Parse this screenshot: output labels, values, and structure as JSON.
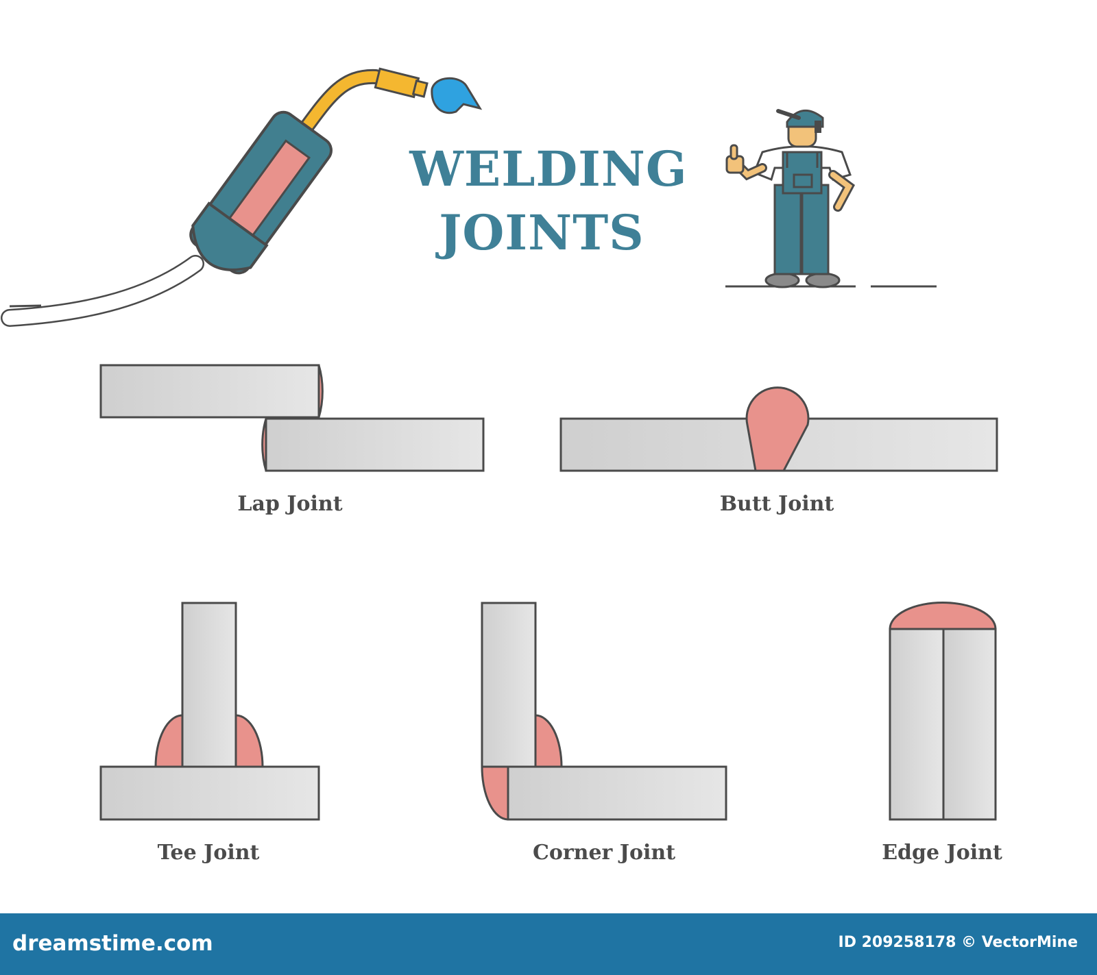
{
  "title": {
    "line1": "WELDING",
    "line2": "JOINTS"
  },
  "joints": [
    {
      "label": "Lap Joint"
    },
    {
      "label": "Butt Joint"
    },
    {
      "label": "Tee Joint"
    },
    {
      "label": "Corner Joint"
    },
    {
      "label": "Edge Joint"
    }
  ],
  "footer": {
    "brand": "dreamstime.com",
    "stock_id": "ID 209258178 © VectorMine"
  },
  "colors": {
    "title": "#3f8097",
    "metal": "#d6d6d6",
    "weld": "#e8928c",
    "outline": "#4a4a4a",
    "footer": "#1f74a3",
    "torch_body": "#417f8f",
    "neck": "#f4b730",
    "flame": "#2fa2e0"
  },
  "icons": [
    "welding-torch-icon",
    "welder-worker-icon"
  ]
}
